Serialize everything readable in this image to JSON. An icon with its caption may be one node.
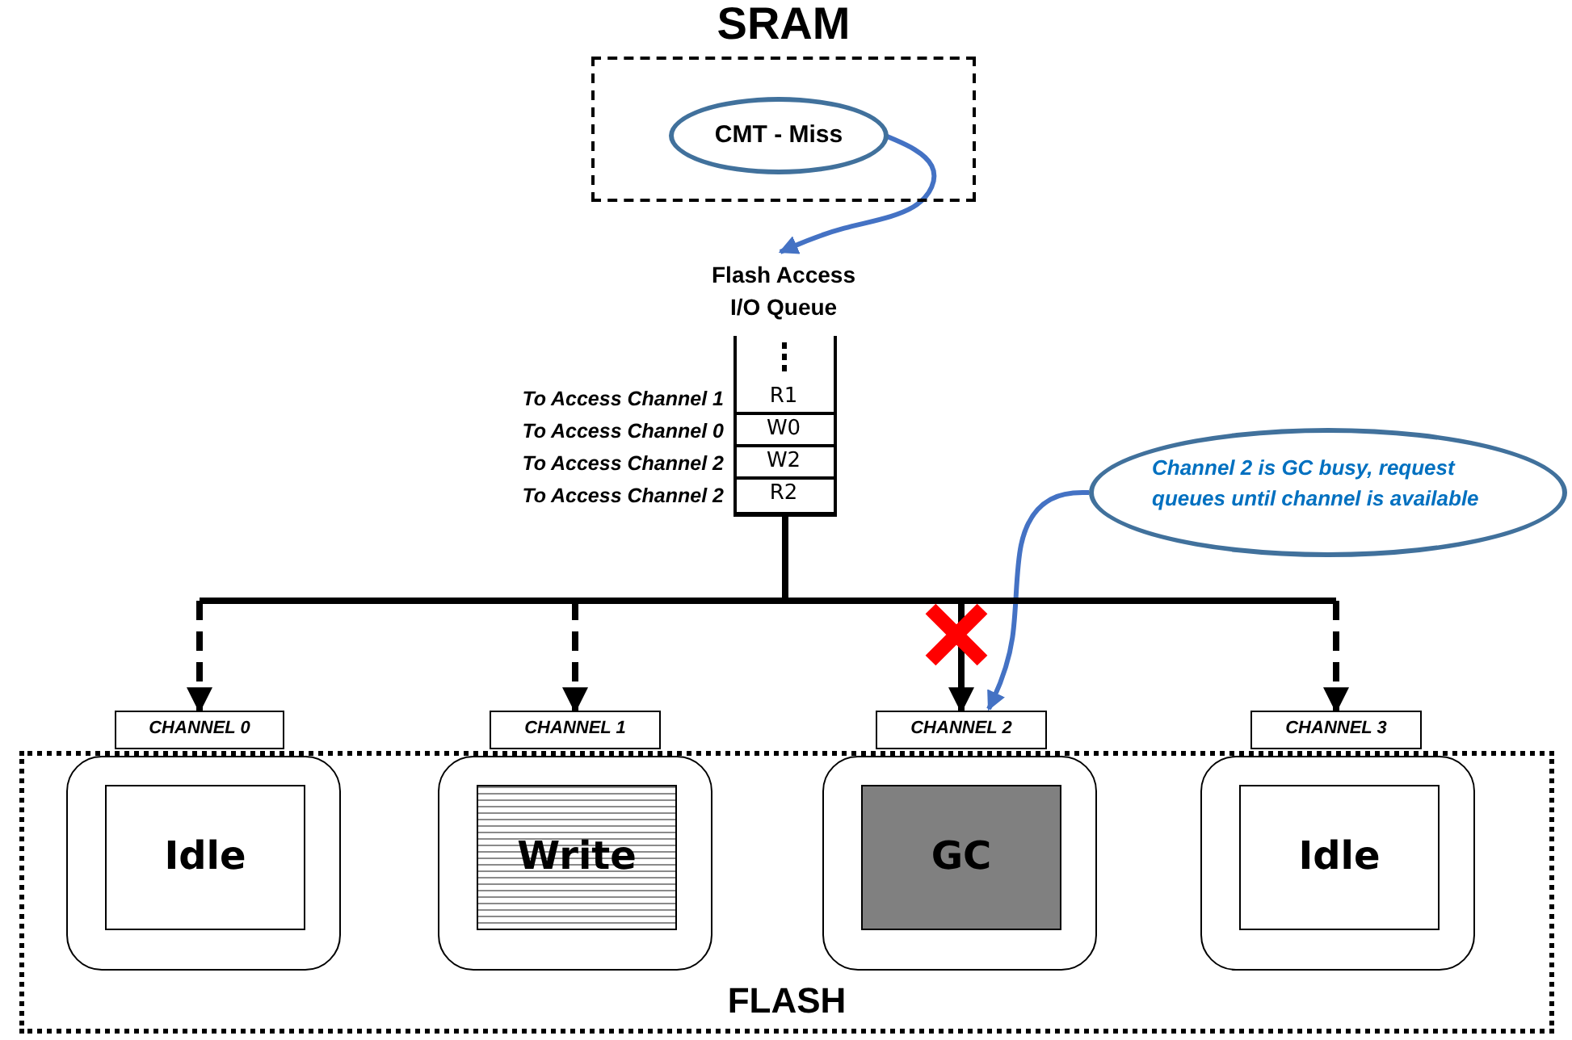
{
  "diagram": {
    "nodes": [
      {
        "text": [
          "SRAM"
        ]
      },
      {
        "text": [
          "CMT - Miss"
        ],
        "in": 0
      },
      {
        "text": [
          "Flash Access I/O Queue"
        ]
      },
      {
        "text": [
          "R1"
        ],
        "in": 2,
        "beside": [
          "To Access Channel 1"
        ]
      },
      {
        "text": [
          "W0"
        ],
        "in": 2,
        "beside": [
          "To Access Channel 0"
        ]
      },
      {
        "text": [
          "W2"
        ],
        "in": 2,
        "beside": [
          "To Access Channel 2"
        ]
      },
      {
        "text": [
          "R2"
        ],
        "in": 2,
        "beside": [
          "To Access Channel 2"
        ]
      },
      {
        "text": [
          "Channel 2 is GC busy, request queues until channel is available"
        ]
      },
      {
        "text": [
          "CHANNEL 0"
        ]
      },
      {
        "text": [
          "CHANNEL 1"
        ]
      },
      {
        "text": [
          "CHANNEL 2"
        ]
      },
      {
        "text": [
          "CHANNEL 3"
        ]
      },
      {
        "text": [
          "FLASH"
        ]
      },
      {
        "text": [],
        "shape": "box",
        "in": 12
      },
      {
        "text": [
          "Idle"
        ],
        "in": 13
      },
      {
        "text": [],
        "shape": "box",
        "in": 12
      },
      {
        "text": [
          "Write"
        ],
        "in": 15
      },
      {
        "text": [],
        "shape": "box",
        "in": 12
      },
      {
        "text": [
          "GC"
        ],
        "in": 17
      },
      {
        "text": [],
        "shape": "box",
        "in": 12
      },
      {
        "text": [
          "Idle"
        ],
        "in": 19
      }
    ],
    "edges": [
      {
        "from": 1,
        "to": 2,
        "arrow": "to",
        "color": "#4472c4"
      },
      {
        "from": 7,
        "to": 10,
        "arrow": "to",
        "color": "#4472c4"
      },
      {
        "from": 2,
        "to": 8,
        "arrow": "to",
        "style": "dashed"
      },
      {
        "from": 2,
        "to": 9,
        "arrow": "to",
        "style": "dashed"
      },
      {
        "from": 2,
        "to": 10,
        "arrow": "to"
      },
      {
        "from": 2,
        "to": 11,
        "arrow": "to",
        "style": "dashed"
      }
    ]
  }
}
